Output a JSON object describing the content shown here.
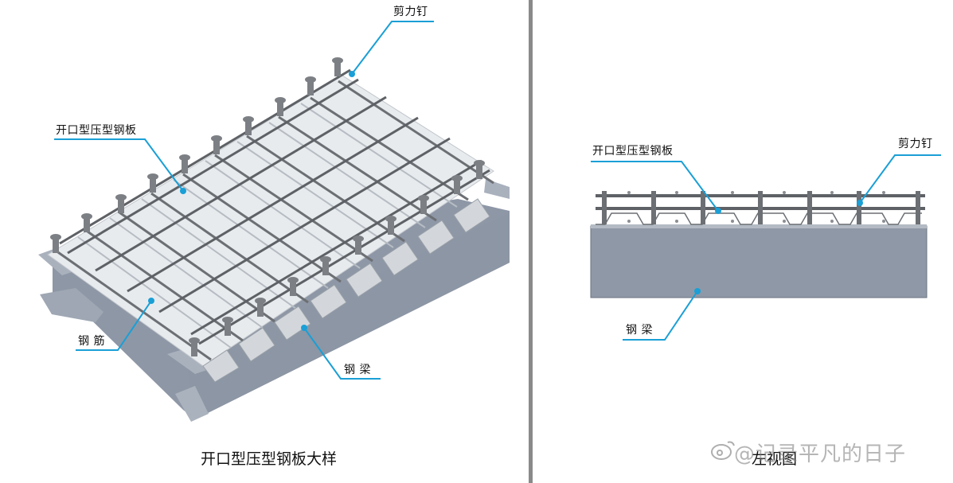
{
  "colors": {
    "leader": "#1a9fd6",
    "beam_face": "#8e97a6",
    "beam_flange": "#a9b1bd",
    "deck": "#e6e9ec",
    "rebar": "#6c6f73",
    "divider": "#8a8a8a"
  },
  "left_view": {
    "caption": "开口型压型钢板大样",
    "labels": {
      "shear_stud": "剪力钉",
      "deck": "开口型压型钢板",
      "rebar": "钢 筋",
      "beam": "钢 梁"
    }
  },
  "right_view": {
    "caption": "左视图",
    "labels": {
      "deck": "开口型压型钢板",
      "shear_stud": "剪力钉",
      "beam": "钢 梁"
    }
  },
  "watermark": "@记录平凡的日子",
  "watermark_icon": "weibo-like-logo-icon"
}
